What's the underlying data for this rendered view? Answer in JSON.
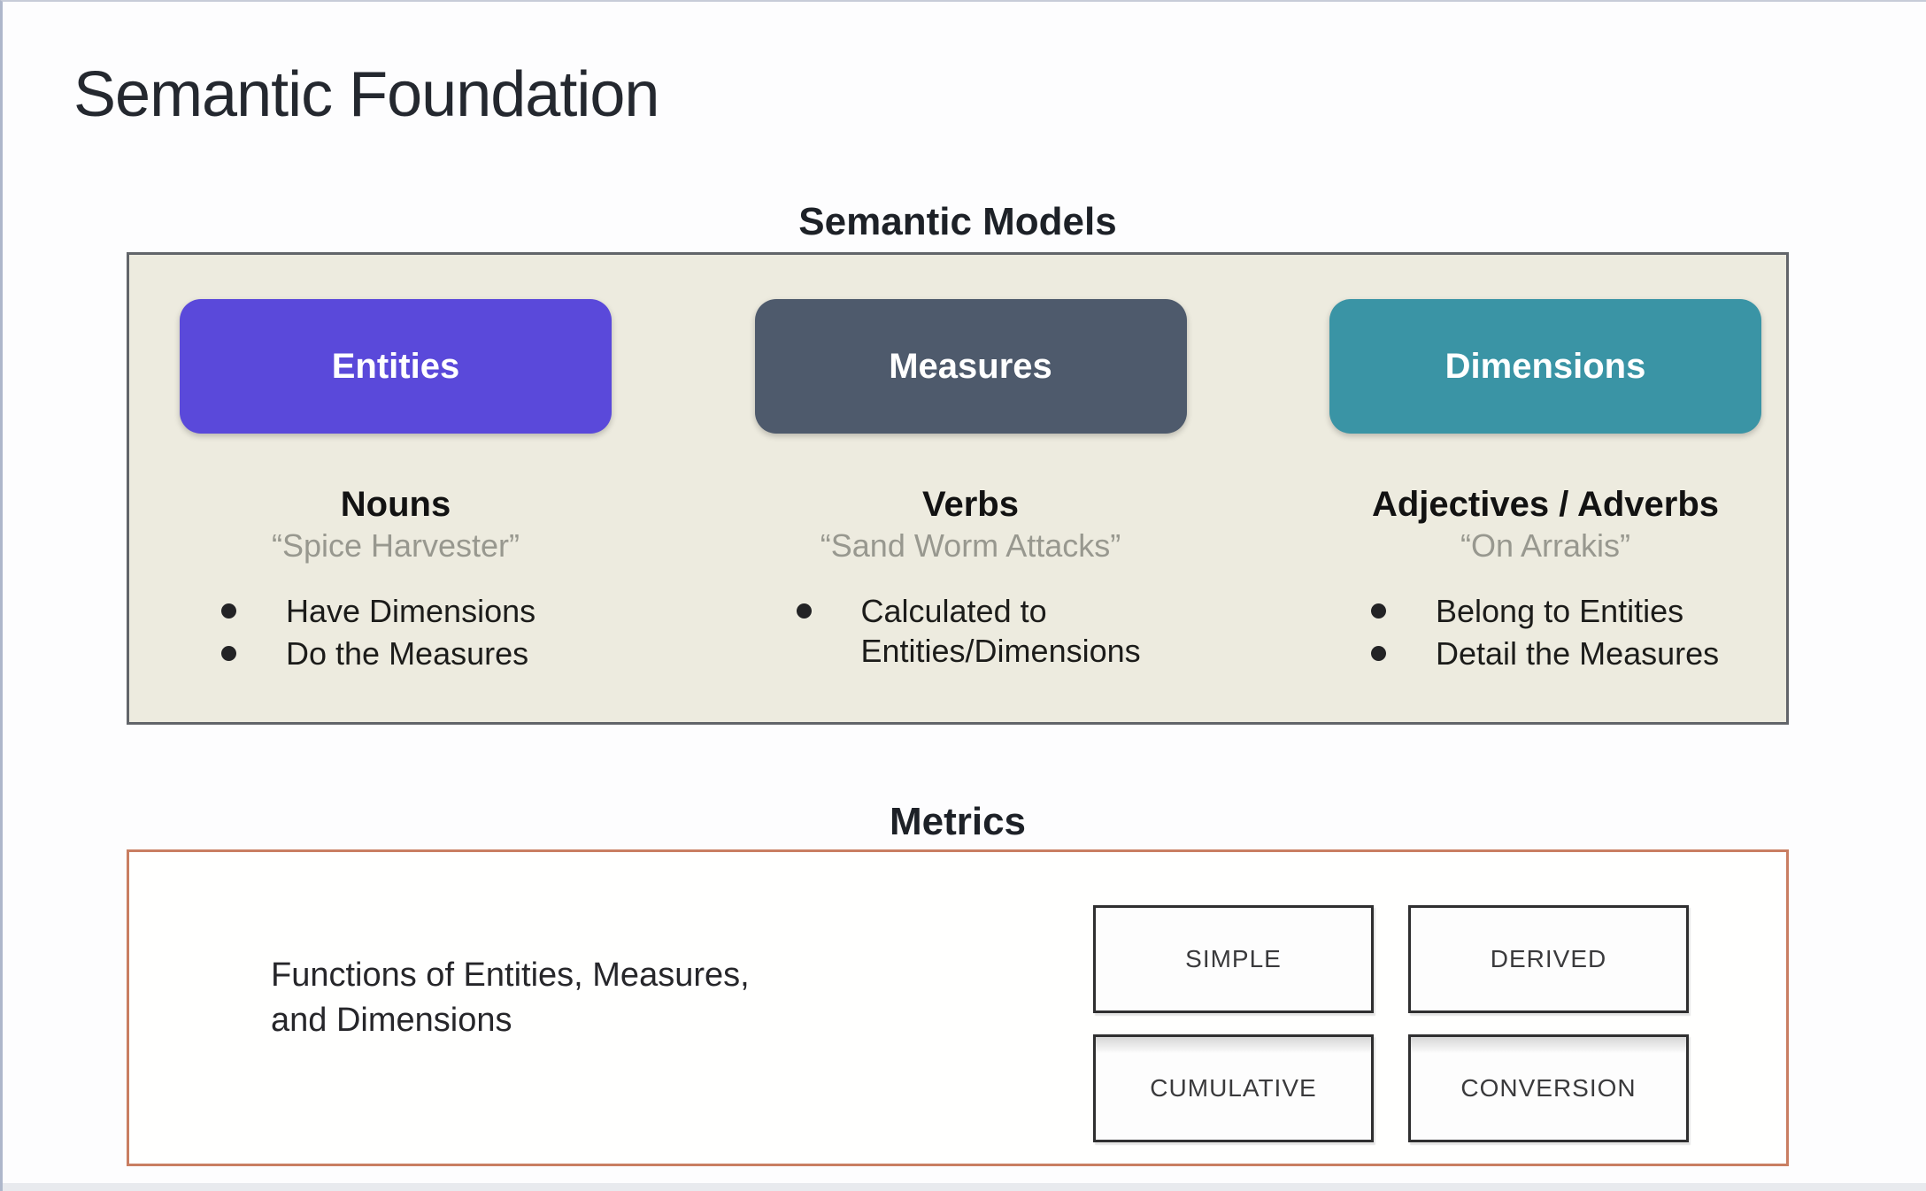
{
  "slide": {
    "title": "Semantic Foundation"
  },
  "semantic_models": {
    "heading": "Semantic Models",
    "columns": [
      {
        "pill": "Entities",
        "pill_color": "#5a49da",
        "role": "Nouns",
        "example": "“Spice Harvester”",
        "bullets": [
          "Have Dimensions",
          "Do the Measures"
        ]
      },
      {
        "pill": "Measures",
        "pill_color": "#4e5a6c",
        "role": "Verbs",
        "example": "“Sand Worm Attacks”",
        "bullets": [
          "Calculated to Entities/Dimensions"
        ]
      },
      {
        "pill": "Dimensions",
        "pill_color": "#3a94a5",
        "role": "Adjectives / Adverbs",
        "example": "“On Arrakis”",
        "bullets": [
          "Belong to Entities",
          "Detail the Measures"
        ]
      }
    ]
  },
  "metrics": {
    "heading": "Metrics",
    "description": [
      "Functions of Entities, Measures,",
      "and Dimensions"
    ],
    "types": [
      "SIMPLE",
      "DERIVED",
      "CUMULATIVE",
      "CONVERSION"
    ]
  },
  "colors": {
    "entities_pill": "#5a49da",
    "measures_pill": "#4e5a6c",
    "dimensions_pill": "#3a94a5",
    "semantic_panel_bg": "#edebdf",
    "semantic_panel_border": "#62656a",
    "metrics_panel_border": "#c97e62"
  }
}
